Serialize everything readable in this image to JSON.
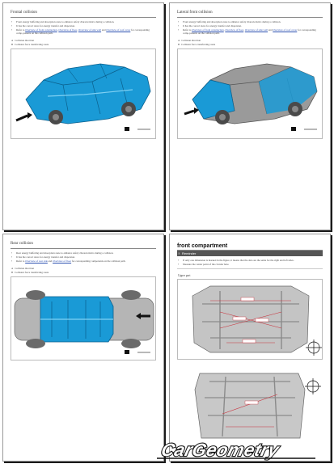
{
  "pages": [
    {
      "title": "Frontal collision",
      "bullets": [
        {
          "pre": "Front energy buffering and absorption zone to enhance safety characteristics during a collision.",
          "links": [],
          "post": ""
        },
        {
          "pre": "It has the correct sizes for energy transfer and dispersion.",
          "links": [],
          "post": ""
        },
        {
          "pre": "Refer to",
          "links": [
            "Overview of front construction",
            "Overview of floor",
            "Overview of side wall"
          ],
          "post": "and",
          "links2": [
            "Overview of roof cover"
          ],
          "post2": "for corresponding comp-ponents on the collision path."
        }
      ],
      "captions": [
        {
          "num": "A",
          "text": "Collision direction"
        },
        {
          "num": "B",
          "text": "Collision force transferring route"
        }
      ]
    },
    {
      "title": "Lateral front collision",
      "bullets": [
        {
          "pre": "Front energy buffering and absorption zone to enhance safety characteristics during a collision.",
          "links": [],
          "post": ""
        },
        {
          "pre": "It has the correct sizes for energy transfer and dispersion.",
          "links": [],
          "post": ""
        },
        {
          "pre": "Refer to",
          "links": [
            "Overview of front construction",
            "Overview of floor",
            "Overview of side wall"
          ],
          "post": "and",
          "links2": [
            "Overview of roof cover"
          ],
          "post2": "for corresponding comp-ponents on the collision path."
        }
      ],
      "captions": [
        {
          "num": "A",
          "text": "Collision direction"
        },
        {
          "num": "B",
          "text": "Collision force transferring route"
        }
      ]
    },
    {
      "title": "Rear collision",
      "bullets": [
        {
          "pre": "Rear energy buffering and absorption zone to enhance safety characteristics during a collision.",
          "links": [],
          "post": ""
        },
        {
          "pre": "It has the correct sizes for energy transfer and dispersion.",
          "links": [],
          "post": ""
        },
        {
          "pre": "Refer to",
          "links": [
            "Overview of rear side"
          ],
          "post": "and",
          "links2": [
            "Overview of floor"
          ],
          "post2": "for corresponding components on the collision path."
        }
      ],
      "captions": [
        {
          "num": "A",
          "text": "Collision direction"
        },
        {
          "num": "B",
          "text": "Collision force transferring route"
        }
      ]
    },
    {
      "title": "front compartment",
      "note_label": "Reminder",
      "notes": [
        "If only one dimension is marked in the figure, it means that the data are the same for the right and left sides.",
        "Measure the center point of the circular hole."
      ],
      "section": "Upper part"
    }
  ],
  "watermark": "CarGeometry",
  "colors": {
    "accent_blue": "#1a9ad6",
    "gray_body": "#9a9a9a",
    "dim_red": "#c8323c"
  }
}
